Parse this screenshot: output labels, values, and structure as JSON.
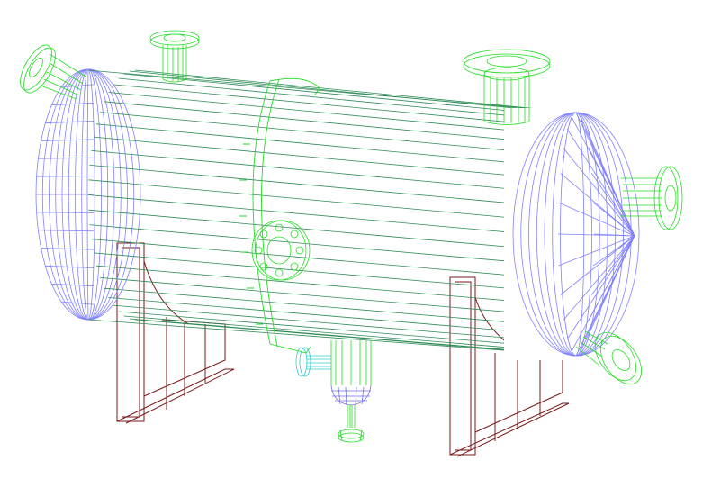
{
  "drawing": {
    "background": "#ffffff",
    "colors": {
      "shell_wire": "#2e8b57",
      "head_wire": "#8080ff",
      "nozzle_wire": "#22dd22",
      "steam_nozzle": "#33cccc",
      "boot_wire": "#7070ee",
      "saddle_wire": "#7a1a1a"
    },
    "components": [
      {
        "name": "horizontal-vessel-shell",
        "kind": "cylindrical shell"
      },
      {
        "name": "left-elliptical-head",
        "kind": "dished head"
      },
      {
        "name": "right-elliptical-head",
        "kind": "dished head"
      },
      {
        "name": "stiffening-ring",
        "kind": "flange ring"
      },
      {
        "name": "boot-sump",
        "kind": "bottom boot"
      },
      {
        "name": "left-saddle-support",
        "kind": "saddle"
      },
      {
        "name": "right-saddle-support",
        "kind": "saddle"
      },
      {
        "name": "top-nozzle-left",
        "kind": "flanged nozzle"
      },
      {
        "name": "top-nozzle-right",
        "kind": "flanged nozzle"
      },
      {
        "name": "left-inlet-nozzle",
        "kind": "flanged nozzle"
      },
      {
        "name": "right-head-nozzle",
        "kind": "flanged nozzle"
      },
      {
        "name": "lower-right-nozzle",
        "kind": "flanged nozzle"
      },
      {
        "name": "manway-flange",
        "kind": "blind flange"
      },
      {
        "name": "boot-side-nozzle",
        "kind": "flanged nozzle"
      },
      {
        "name": "boot-drain-nozzle",
        "kind": "flanged nozzle"
      }
    ]
  }
}
